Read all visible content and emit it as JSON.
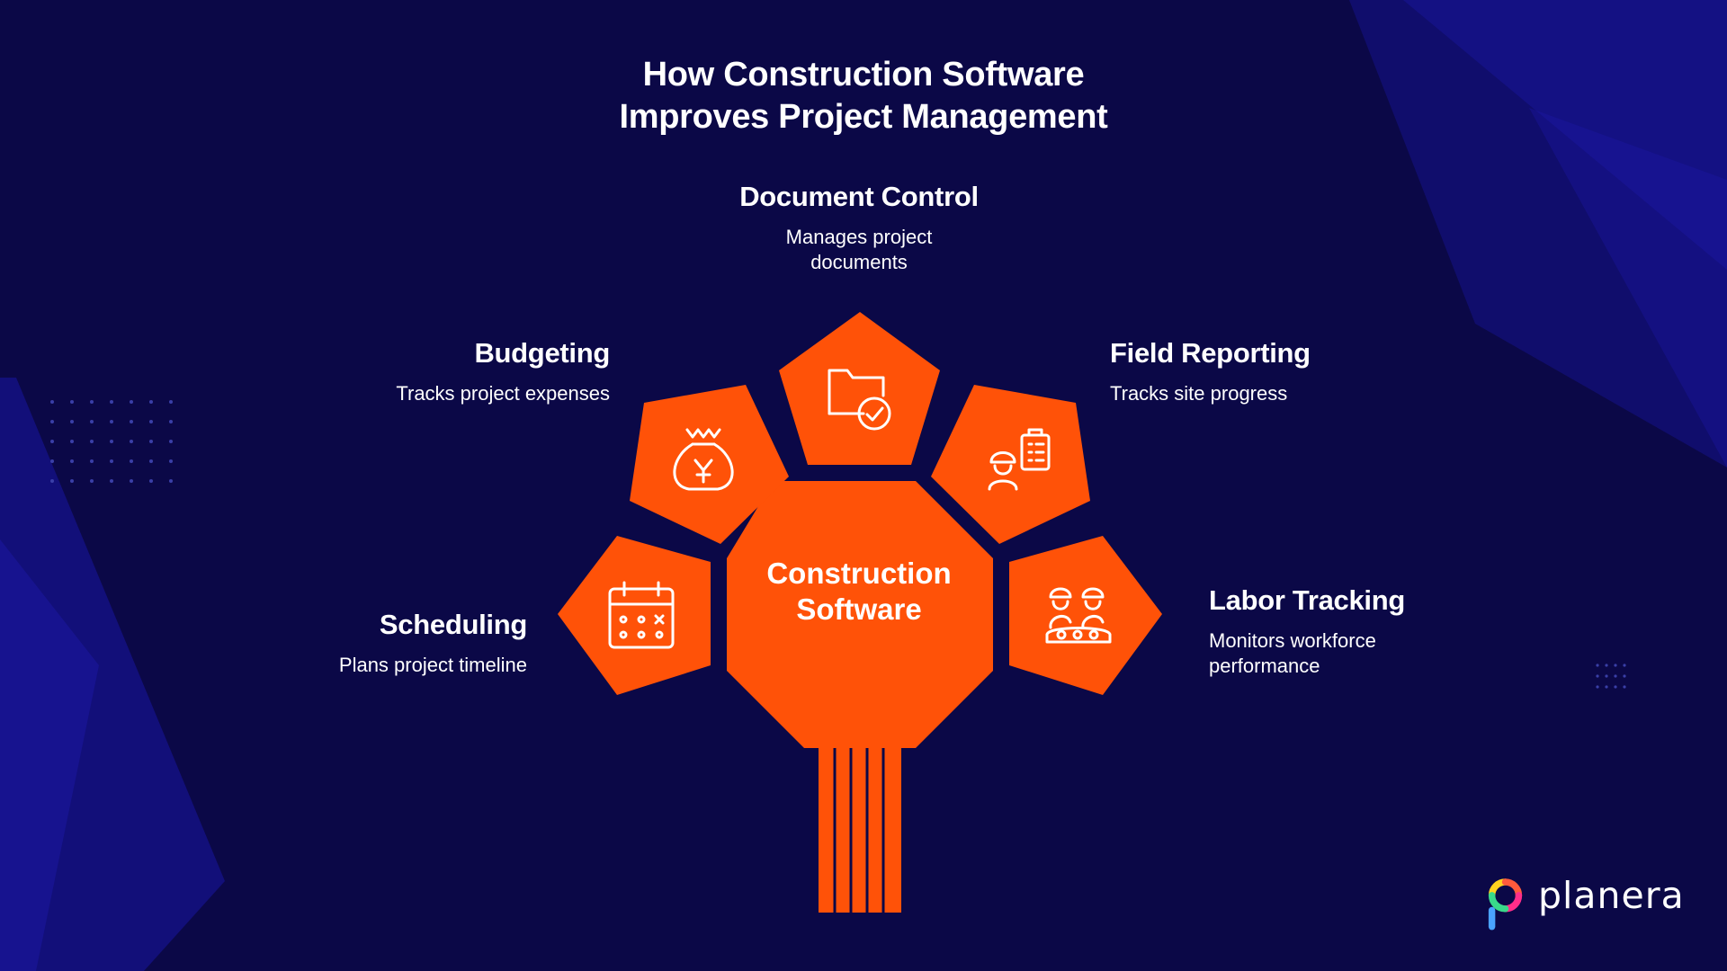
{
  "title": {
    "line1": "How Construction Software",
    "line2": "Improves Project Management"
  },
  "center": {
    "line1": "Construction",
    "line2": "Software"
  },
  "branches": [
    {
      "key": "document-control",
      "heading": "Document Control",
      "desc_line1": "Manages project",
      "desc_line2": "documents",
      "icon": "folder-check-icon"
    },
    {
      "key": "budgeting",
      "heading": "Budgeting",
      "desc_line1": "Tracks project expenses",
      "icon": "money-bag-icon"
    },
    {
      "key": "field-reporting",
      "heading": "Field Reporting",
      "desc_line1": "Tracks site progress",
      "icon": "worker-clipboard-icon"
    },
    {
      "key": "scheduling",
      "heading": "Scheduling",
      "desc_line1": "Plans project timeline",
      "icon": "calendar-icon"
    },
    {
      "key": "labor-tracking",
      "heading": "Labor Tracking",
      "desc_line1": "Monitors workforce",
      "desc_line2": "performance",
      "icon": "workers-icon"
    }
  ],
  "logo": {
    "text": "planera"
  },
  "colors": {
    "background": "#0b0847",
    "accent": "#ff5208",
    "text": "#ffffff"
  }
}
